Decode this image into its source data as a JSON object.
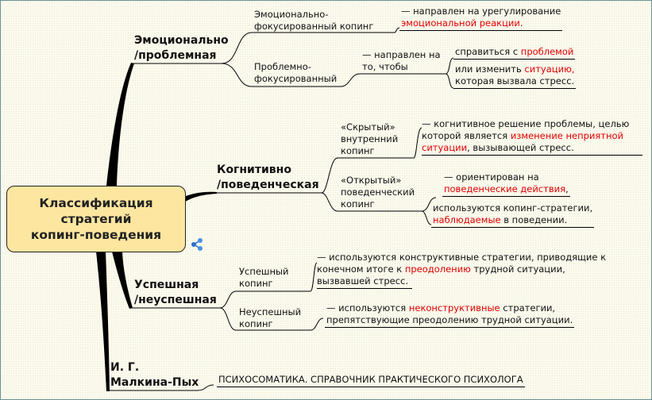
{
  "root": {
    "title_lines": [
      "Классификация",
      "стратегий",
      "копинг-поведения"
    ]
  },
  "branches": {
    "emotional": {
      "title_lines": [
        "Эмоционально",
        "/проблемная"
      ],
      "emo": {
        "label_lines": [
          "Эмоционально-",
          "фокусированный копинг"
        ],
        "desc_before": "— направлен на урегулирование",
        "desc_hl": "эмоциональной реакции",
        "desc_after": "."
      },
      "prob": {
        "label_lines": [
          "Проблемно-",
          "фокусированный"
        ],
        "desc_lines": [
          "— направлен на",
          "то, чтобы"
        ],
        "item1_before": "справиться с ",
        "item1_hl": "проблемой",
        "item2_before": "или изменить ",
        "item2_hl": "ситуацию,",
        "item2_line2": "которая вызвала стресс."
      }
    },
    "cognitive": {
      "title_lines": [
        "Когнитивно",
        "/поведенческая"
      ],
      "hidden": {
        "label_lines": [
          "«Скрытый»",
          "внутренний",
          "копинг"
        ],
        "desc_line1": "— когнитивное решение проблемы, целью",
        "desc_line2_before": "которой является ",
        "desc_line2_hl": "изменение неприятной",
        "desc_line3_hl": "ситуации",
        "desc_line3_after": ", вызывающей стресс."
      },
      "open": {
        "label_lines": [
          "«Открытый»",
          "поведенческий",
          "копинг"
        ],
        "desc_line1": "— ориентирован на",
        "desc_line2_hl": "поведенческие действия",
        "desc_line2_after": ",",
        "item_line1": "используются копинг-стратегии,",
        "item_line2_hl": "наблюдаемые",
        "item_line2_after": " в поведении."
      }
    },
    "success": {
      "title_lines": [
        "Успешная",
        "/неуспешная"
      ],
      "good": {
        "label_lines": [
          "Успешный",
          "копинг"
        ],
        "desc_line1": "— используются конструктивные стратегии, приводящие к",
        "desc_line2_before": "конечном итоге к ",
        "desc_line2_hl": "преодолению",
        "desc_line2_after": " трудной ситуации,",
        "desc_line3": "вызвавшей стресс."
      },
      "bad": {
        "label_lines": [
          "Неуспешный",
          "копинг"
        ],
        "desc_line1_before": "— используются ",
        "desc_line1_hl": "неконструктивные",
        "desc_line1_after": " стратегии,",
        "desc_line2": "препятствующие преодолению трудной ситуации."
      }
    },
    "source": {
      "title_lines": [
        "И. Г.",
        "Малкина-Пых"
      ],
      "book": "ПСИХОСОМАТИКА. СПРАВОЧНИК ПРАКТИЧЕСКОГО ПСИХОЛОГА"
    }
  },
  "icons": {
    "share": "share-icon"
  },
  "colors": {
    "background": "#fbfaee",
    "root_fill": "#fde6a0",
    "highlight": "#e00000",
    "border": "#6a8f93"
  }
}
